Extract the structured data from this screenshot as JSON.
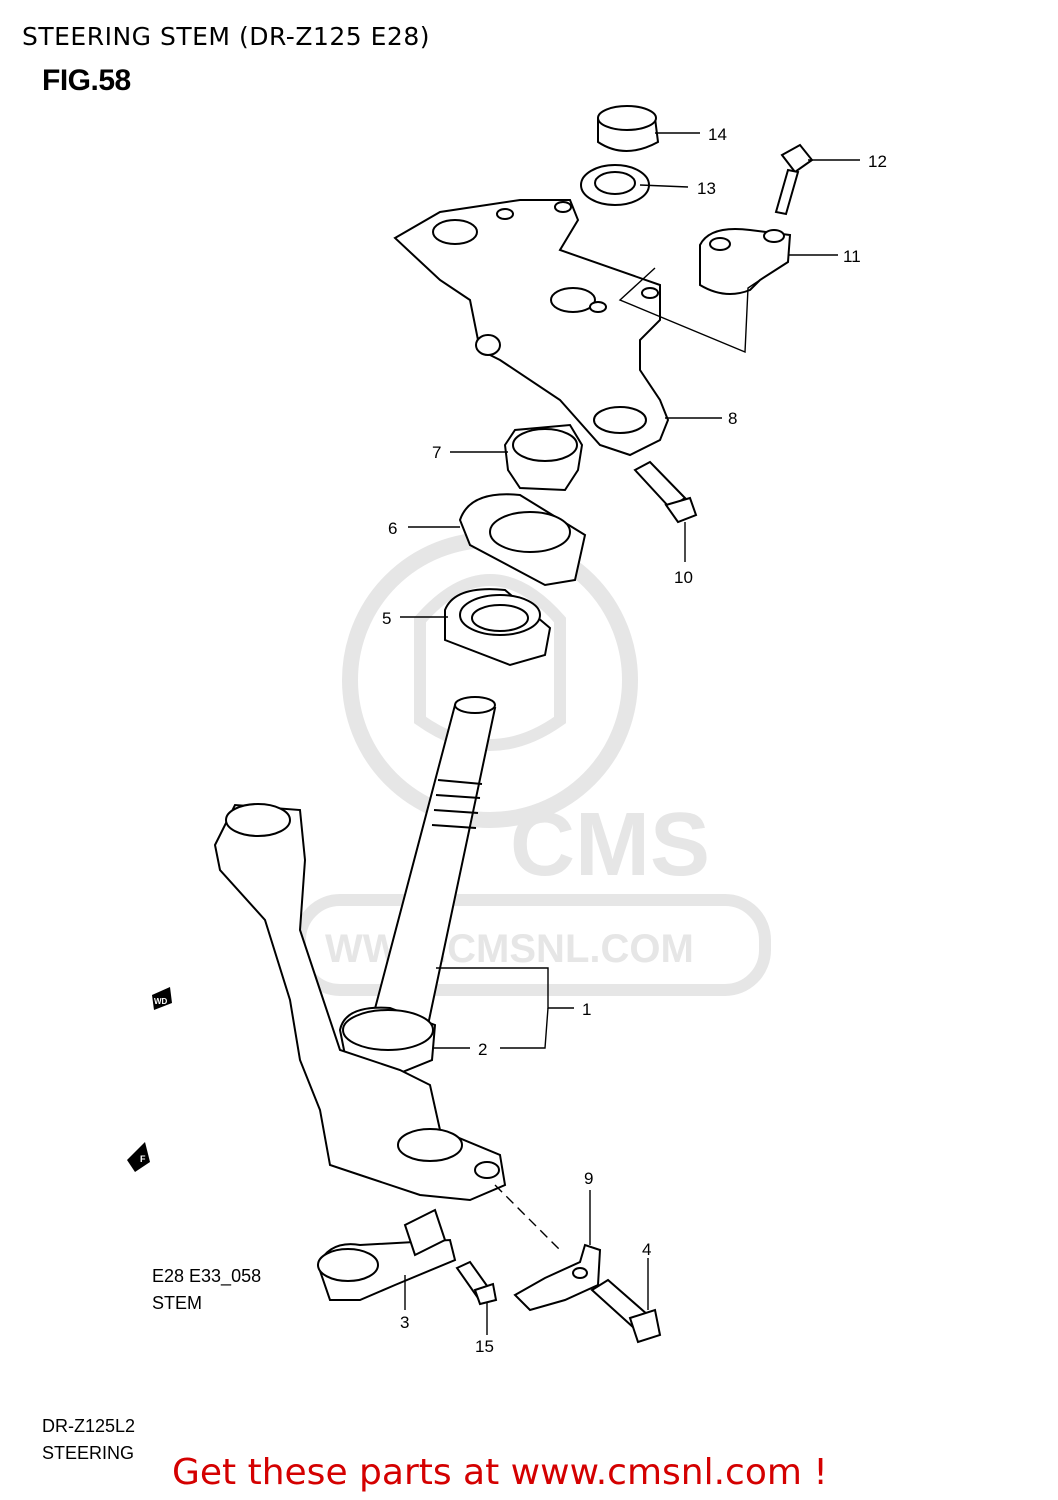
{
  "header": {
    "title": "STEERING STEM (DR-Z125 E28)",
    "fig": "FIG.58"
  },
  "watermark": {
    "brand": "CMS",
    "url": "WWW.CMSNL.COM"
  },
  "callouts": [
    "1",
    "2",
    "3",
    "4",
    "5",
    "6",
    "7",
    "8",
    "9",
    "10",
    "11",
    "12",
    "13",
    "14",
    "15"
  ],
  "marks": {
    "wd": "WD",
    "f": "F"
  },
  "notes": {
    "code": "E28 E33_058",
    "section": "STEM",
    "model": "DR-Z125L2",
    "group": "STEERING"
  },
  "footer": {
    "cta": "Get these parts at www.cmsnl.com !"
  },
  "colors": {
    "cta": "#d40000",
    "line": "#000000",
    "watermark": "#e6e6e6"
  }
}
